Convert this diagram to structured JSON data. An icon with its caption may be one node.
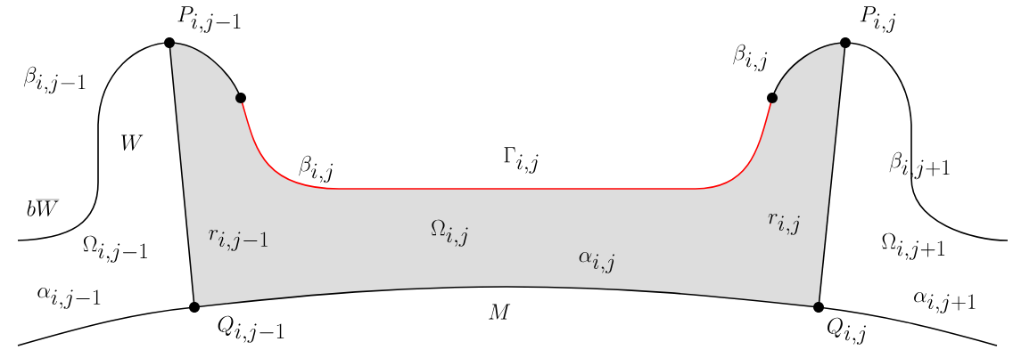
{
  "diagram": {
    "labels": [
      "P_{i,j-1}",
      "P_{i,j}",
      "\\beta_{i,j-1}",
      "\\beta_{i,j}",
      "W",
      "\\beta_{i,j}",
      "\\Gamma_{i,j}",
      "\\beta_{i,j+1}",
      "b\\overline{W}",
      "r_{i,j-1}",
      "\\Omega_{i,j}",
      "r_{i,j}",
      "\\Omega_{i,j-1}",
      "\\Omega_{i,j+1}",
      "\\alpha_{i,j}",
      "\\alpha_{i,j-1}",
      "M",
      "\\alpha_{i,j+1}",
      "Q_{i,j-1}",
      "Q_{i,j}"
    ]
  }
}
